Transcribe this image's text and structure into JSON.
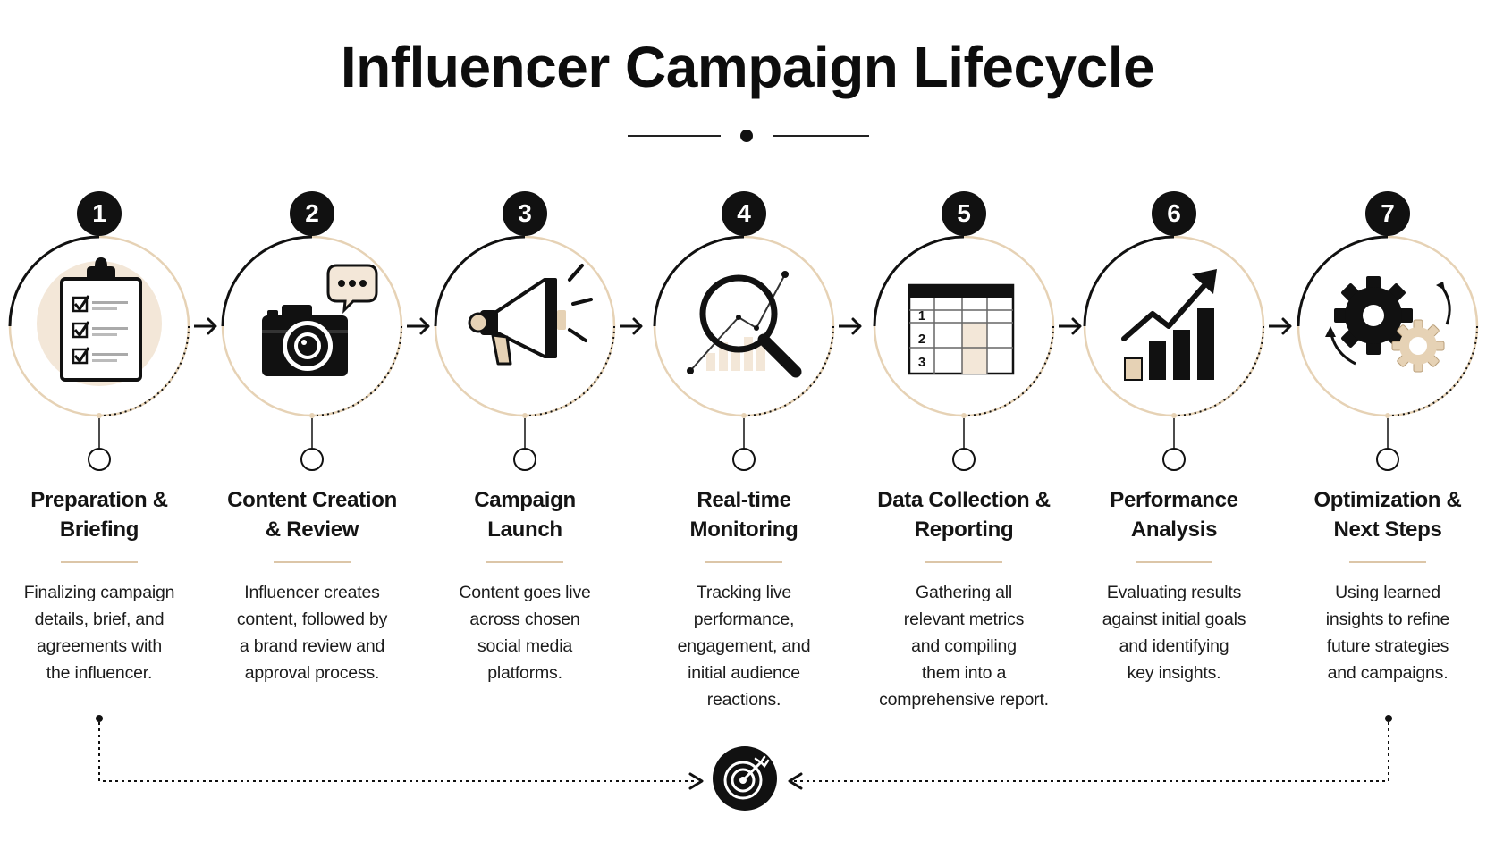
{
  "title": "Influencer Campaign Lifecycle",
  "colors": {
    "ink": "#111111",
    "accent": "#e6d2b5",
    "accent_light": "#f3e7d8",
    "paper": "#ffffff"
  },
  "steps": [
    {
      "number": "1",
      "title_line1": "Preparation &",
      "title_line2": "Briefing",
      "desc_line1": "Finalizing campaign",
      "desc_line2": "details, brief, and",
      "desc_line3": "agreements with",
      "desc_line4": "the influencer.",
      "desc_line5": "",
      "icon": "clipboard-checklist-icon"
    },
    {
      "number": "2",
      "title_line1": "Content Creation",
      "title_line2": "& Review",
      "desc_line1": "Influencer creates",
      "desc_line2": "content, followed by",
      "desc_line3": "a brand review and",
      "desc_line4": "approval process.",
      "desc_line5": "",
      "icon": "camera-chat-icon"
    },
    {
      "number": "3",
      "title_line1": "Campaign",
      "title_line2": "Launch",
      "desc_line1": "Content goes live",
      "desc_line2": "across chosen",
      "desc_line3": "social media",
      "desc_line4": "platforms.",
      "desc_line5": "",
      "icon": "megaphone-icon"
    },
    {
      "number": "4",
      "title_line1": "Real-time",
      "title_line2": "Monitoring",
      "desc_line1": "Tracking live",
      "desc_line2": "performance,",
      "desc_line3": "engagement, and",
      "desc_line4": "initial audience",
      "desc_line5": "reactions.",
      "icon": "magnifier-chart-icon"
    },
    {
      "number": "5",
      "title_line1": "Data Collection &",
      "title_line2": "Reporting",
      "desc_line1": "Gathering all",
      "desc_line2": "relevant metrics",
      "desc_line3": "and compiling",
      "desc_line4": "them into a",
      "desc_line5": "comprehensive report.",
      "icon": "spreadsheet-icon",
      "table_rows": [
        "1",
        "2",
        "3"
      ]
    },
    {
      "number": "6",
      "title_line1": "Performance",
      "title_line2": "Analysis",
      "desc_line1": "Evaluating results",
      "desc_line2": "against initial goals",
      "desc_line3": "and identifying",
      "desc_line4": "key insights.",
      "desc_line5": "",
      "icon": "growth-chart-icon"
    },
    {
      "number": "7",
      "title_line1": "Optimization &",
      "title_line2": "Next Steps",
      "desc_line1": "Using learned",
      "desc_line2": "insights to refine",
      "desc_line3": "future strategies",
      "desc_line4": "and campaigns.",
      "desc_line5": "",
      "icon": "gears-cycle-icon"
    }
  ],
  "center_icon": "target-icon"
}
